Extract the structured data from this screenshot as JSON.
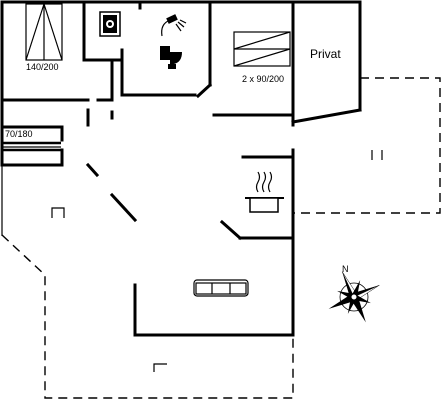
{
  "plan": {
    "labels": {
      "bed_double": "140/200",
      "bed_twin": "2 x 90/200",
      "bed_single": "70/180",
      "room_private": "Privat",
      "compass_n": "N"
    },
    "icons": [
      "bed-icon",
      "washing-machine-icon",
      "shower-icon",
      "toilet-icon",
      "cooking-pot-icon",
      "sofa-icon",
      "compass-rose-icon",
      "terrace-chair-icon"
    ]
  }
}
